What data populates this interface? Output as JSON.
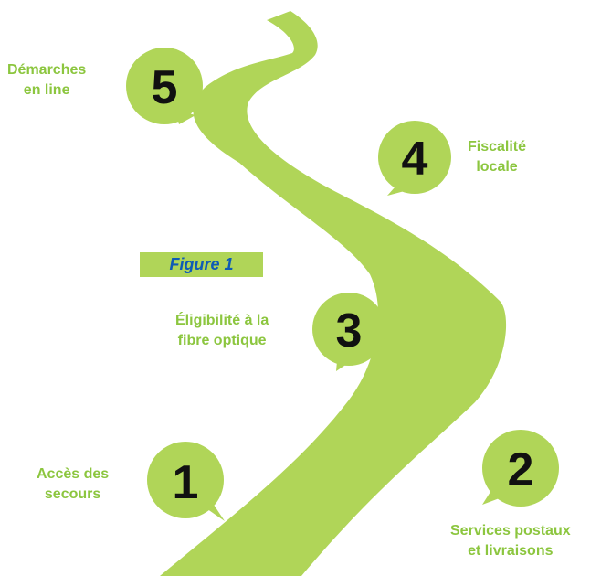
{
  "colors": {
    "road": "#b0d558",
    "bubble": "#b0d558",
    "number": "#111111",
    "label": "#8cc63f",
    "figure_bg": "#b0d558",
    "figure_text": "#0f5bb5"
  },
  "figure_label": "Figure 1",
  "steps": [
    {
      "number": "1",
      "lines": [
        "Accès des",
        "secours"
      ]
    },
    {
      "number": "2",
      "lines": [
        "Services postaux",
        "et livraisons"
      ]
    },
    {
      "number": "3",
      "lines": [
        "Éligibilité à la",
        "fibre optique"
      ]
    },
    {
      "number": "4",
      "lines": [
        "Fiscalité",
        "locale"
      ]
    },
    {
      "number": "5",
      "lines": [
        "Démarches",
        "en line"
      ]
    }
  ]
}
